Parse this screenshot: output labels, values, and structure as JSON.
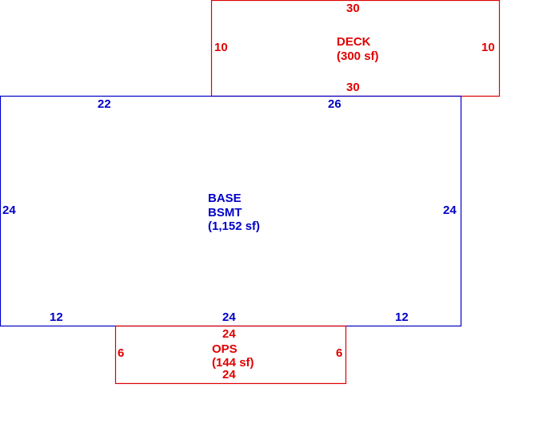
{
  "colors": {
    "base": "#0000c8",
    "addition": "#e00000",
    "background": "#ffffff"
  },
  "areas": {
    "deck": {
      "name": "DECK",
      "area": "(300 sf)",
      "dims": {
        "top": "30",
        "bottom": "30",
        "left": "10",
        "right": "10"
      }
    },
    "base": {
      "name_line1": "BASE",
      "name_line2": "BSMT",
      "area": "(1,152 sf)",
      "dims": {
        "top_left": "22",
        "top_right": "26",
        "left": "24",
        "right": "24",
        "bottom_left": "12",
        "bottom_mid": "24",
        "bottom_right": "12"
      }
    },
    "ops": {
      "name": "OPS",
      "area": "(144 sf)",
      "dims": {
        "top": "24",
        "bottom": "24",
        "left": "6",
        "right": "6"
      }
    }
  }
}
